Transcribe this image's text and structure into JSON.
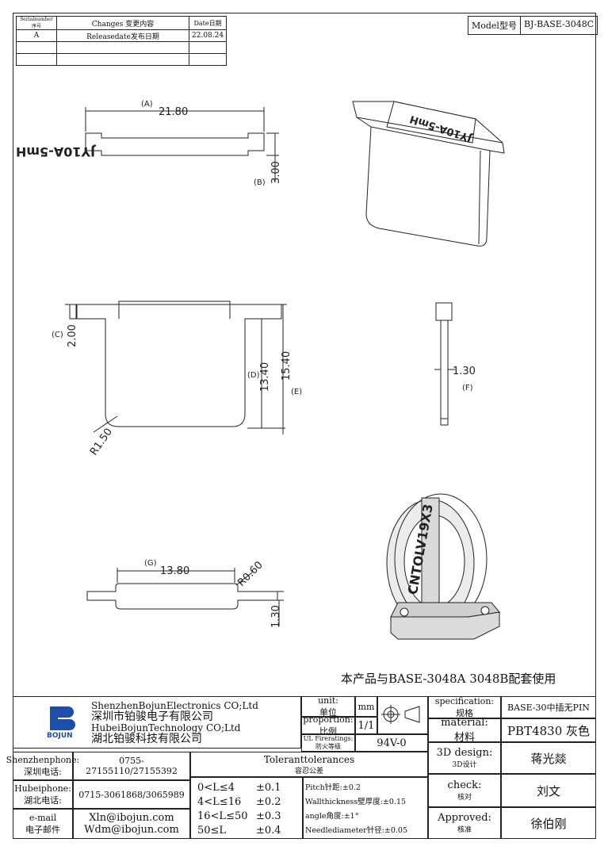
{
  "revision": {
    "headers": {
      "serial": "Serialnumber序号",
      "changes": "Changes 变更内容",
      "date": "Date日期"
    },
    "rows": [
      {
        "serial": "A",
        "changes": "Releasedate发布日期",
        "date": "22.08.24"
      },
      {
        "serial": "",
        "changes": "",
        "date": ""
      },
      {
        "serial": "",
        "changes": "",
        "date": ""
      }
    ]
  },
  "model": {
    "label": "Model型号",
    "value": "BJ-BASE-3048C"
  },
  "drawing": {
    "dim_a": "21.80",
    "tag_a": "(A)",
    "dim_b": "3.00",
    "tag_b": "(B)",
    "dim_c": "2.00",
    "tag_c": "(C)",
    "dim_d": "13.40",
    "tag_d": "(D)",
    "dim_e": "15.40",
    "tag_e": "(E)",
    "dim_f": "1.30",
    "tag_f": "(F)",
    "dim_g": "13.80",
    "tag_g": "(G)",
    "dim_h": "1.30",
    "radius_1": "R1.50",
    "radius_2": "R0.60",
    "engraving": "JY10A-5mH",
    "ring_letters": "CNTOLV19X3",
    "note": "本产品与BASE-3048A 3048B配套使用"
  },
  "title_block": {
    "company": {
      "en1": "ShenzhenBojunElectronics CO;Ltd",
      "cn1": "深圳市铂骏电子有限公司",
      "en2": "HubeiBojunTechnology CO;Ltd",
      "cn2": "湖北铂骏科技有限公司",
      "logo_text": "BOJUN"
    },
    "unit": {
      "label": "unit:",
      "label_cn": "单位",
      "value": "mm"
    },
    "proportion": {
      "label": "proportion:",
      "label_cn": "比例",
      "value": "1/1"
    },
    "fire": {
      "label": "UL Fireratings:",
      "label_cn": "防火等级",
      "value": "94V-0"
    },
    "spec": {
      "label": "specification:",
      "label_cn": "规格",
      "value": "BASE-30中插无PIN"
    },
    "material": {
      "label": "material:",
      "label_cn": "材料",
      "value": "PBT4830 灰色"
    },
    "design": {
      "label": "3D design:",
      "label_cn": "3D设计",
      "value": "蒋光燚"
    },
    "check": {
      "label": "check:",
      "label_cn": "核对",
      "value": "刘文"
    },
    "approved": {
      "label": "Approved:",
      "label_cn": "核准",
      "value": "徐伯刚"
    },
    "shenzhen": {
      "label": "Shenzhenphone:",
      "label_cn": "深圳电话:",
      "value": "0755-27155110/27155392"
    },
    "hubei": {
      "label": "Hubeiphone:",
      "label_cn": "湖北电话:",
      "value": "0715-3061868/3065989"
    },
    "email": {
      "label": "e-mail",
      "label_cn": "电子邮件",
      "value1": "Xln@ibojun.com",
      "value2": "Wdm@ibojun.com"
    },
    "tolerance": {
      "title": "Toleranttolerances",
      "title_cn": "容忍公差",
      "rows": [
        {
          "range": "0<L≤4",
          "tol": "±0.1"
        },
        {
          "range": "4<L≤16",
          "tol": "±0.2"
        },
        {
          "range": "16<L≤50",
          "tol": "±0.3"
        },
        {
          "range": "50≤L",
          "tol": "±0.4"
        }
      ],
      "notes": [
        "Pitch针距:±0.2",
        "Wallthickness壁厚度:±0.15",
        "angle角度:±1°",
        "Needlediameter针径:±0.05"
      ]
    }
  },
  "colors": {
    "line": "#222222",
    "logo_blue": "#1d4fa8",
    "fill_light": "#e8e8e8"
  }
}
